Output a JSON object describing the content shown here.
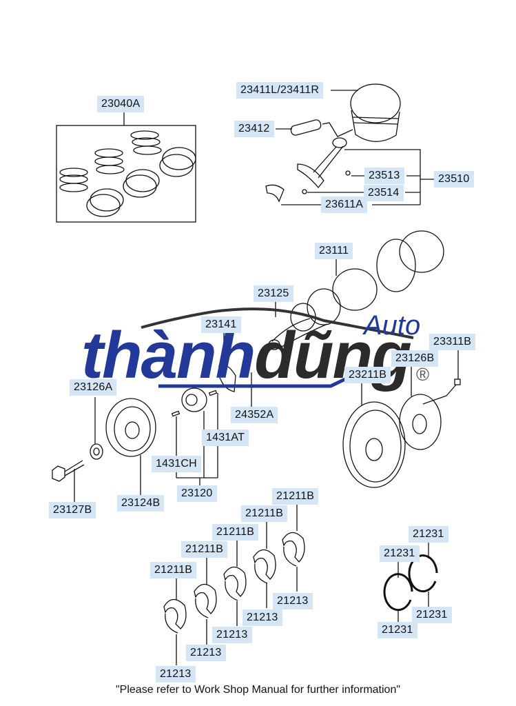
{
  "diagram": {
    "type": "exploded-parts-diagram",
    "subject": "Crankshaft & Piston assembly",
    "label_color": "#d4e6f6",
    "line_color": "#111111"
  },
  "labels": {
    "piston_ring_set": "23040A",
    "piston": "23411L/23411R",
    "piston_pin": "23412",
    "conrod_bolt": "23513",
    "conrod_nut": "23514",
    "conrod_bearing": "23611A",
    "conrod_assy": "23510",
    "crankshaft": "23111",
    "crank_plug": "23125",
    "sprocket_key": "23141",
    "flywheel_bolt": "23311B",
    "flywheel_spacer": "23126B",
    "drive_plate": "23211B",
    "damper_washer": "23126A",
    "crank_sprocket": "24352A",
    "pin_at": "1431AT",
    "pin_ch": "1431CH",
    "sprocket_assy": "23120",
    "damper_bolt": "23127B",
    "damper_pulley": "23124B",
    "main_bearing_upper_1": "21211B",
    "main_bearing_upper_2": "21211B",
    "main_bearing_upper_3": "21211B",
    "main_bearing_upper_4": "21211B",
    "main_bearing_upper_5": "21211B",
    "main_bearing_lower_1": "21213",
    "main_bearing_lower_2": "21213",
    "main_bearing_lower_3": "21213",
    "main_bearing_lower_4": "21213",
    "main_bearing_lower_5": "21213",
    "thrust_washer_1": "21231",
    "thrust_washer_2": "21231",
    "thrust_washer_3": "21231",
    "thrust_washer_4": "21231"
  },
  "watermark": {
    "part1": "thành",
    "part2": "dũng",
    "auto": "Auto",
    "registered": "®"
  },
  "footer": "\"Please refer to Work Shop Manual for further information\""
}
